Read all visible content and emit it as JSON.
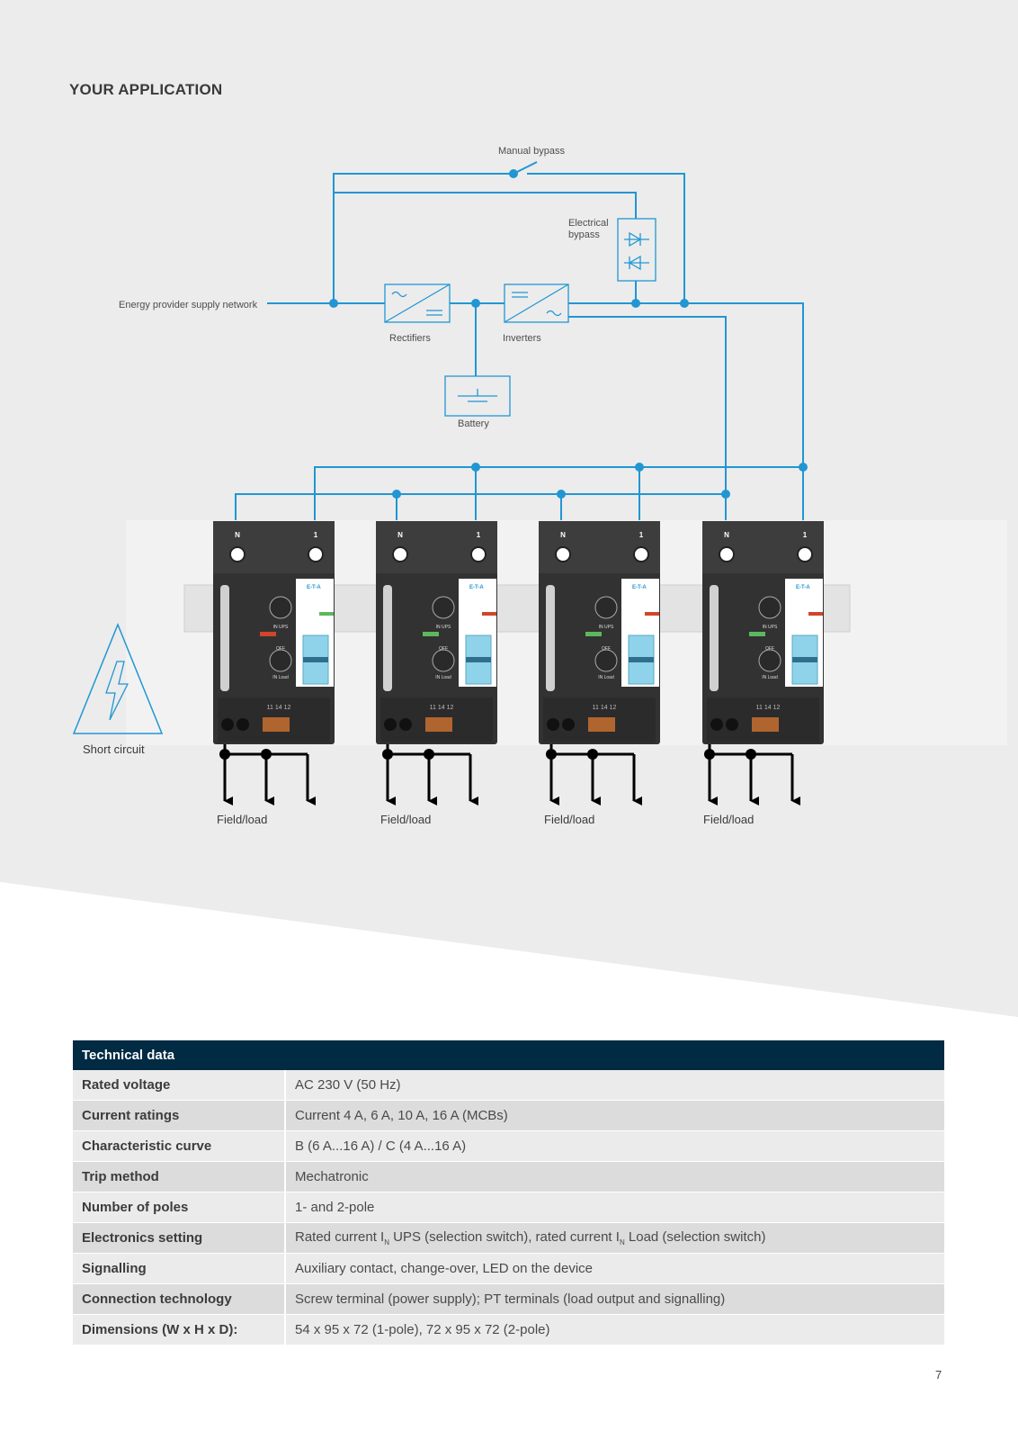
{
  "section_title": "YOUR APPLICATION",
  "diagram": {
    "labels": {
      "manual_bypass": "Manual bypass",
      "electrical_bypass_line1": "Electrical",
      "electrical_bypass_line2": "bypass",
      "energy_supply": "Energy provider supply network",
      "rectifiers": "Rectifiers",
      "inverters": "Inverters",
      "battery": "Battery",
      "short_circuit": "Short circuit",
      "field_load": "Field/load"
    },
    "device_labels": {
      "terminal_n": "N",
      "terminal_1": "1",
      "aux_contacts": "11 14 12",
      "brand": "E-T-A",
      "ups_scale": "IN UPS",
      "load_scale": "IN Load",
      "off": "OFF"
    },
    "devices": [
      {
        "led": "red",
        "indicator": "green"
      },
      {
        "led": "green",
        "indicator": "red"
      },
      {
        "led": "green",
        "indicator": "red"
      },
      {
        "led": "green",
        "indicator": "red"
      }
    ]
  },
  "table": {
    "header": "Technical data",
    "rows": [
      {
        "key": "Rated voltage",
        "value": "AC 230 V (50 Hz)"
      },
      {
        "key": "Current ratings",
        "value": "Current 4 A, 6 A, 10 A, 16 A (MCBs)"
      },
      {
        "key": "Characteristic curve",
        "value": "B (6 A...16 A) / C (4 A...16 A)"
      },
      {
        "key": "Trip method",
        "value": "Mechatronic"
      },
      {
        "key": "Number of poles",
        "value": "1- and 2-pole"
      },
      {
        "key": "Electronics setting",
        "value_parts": [
          "Rated current I",
          "N",
          " UPS (selection switch), rated current I",
          "N",
          " Load (selection switch)"
        ]
      },
      {
        "key": "Signalling",
        "value": "Auxiliary contact, change-over, LED on the device"
      },
      {
        "key": "Connection technology",
        "value": "Screw terminal (power supply); PT terminals (load output and signalling)"
      },
      {
        "key": "Dimensions (W x H x D):",
        "value": "54 x 95 x 72 (1-pole), 72 x 95 x 72 (2-pole)"
      }
    ]
  },
  "page_number": "7",
  "colors": {
    "wire": "#2196d3",
    "header_bg": "#012a43",
    "gray_bg": "#ececec",
    "device": "#333333",
    "row_odd": "#ebebeb",
    "row_even": "#dcdcdc"
  }
}
